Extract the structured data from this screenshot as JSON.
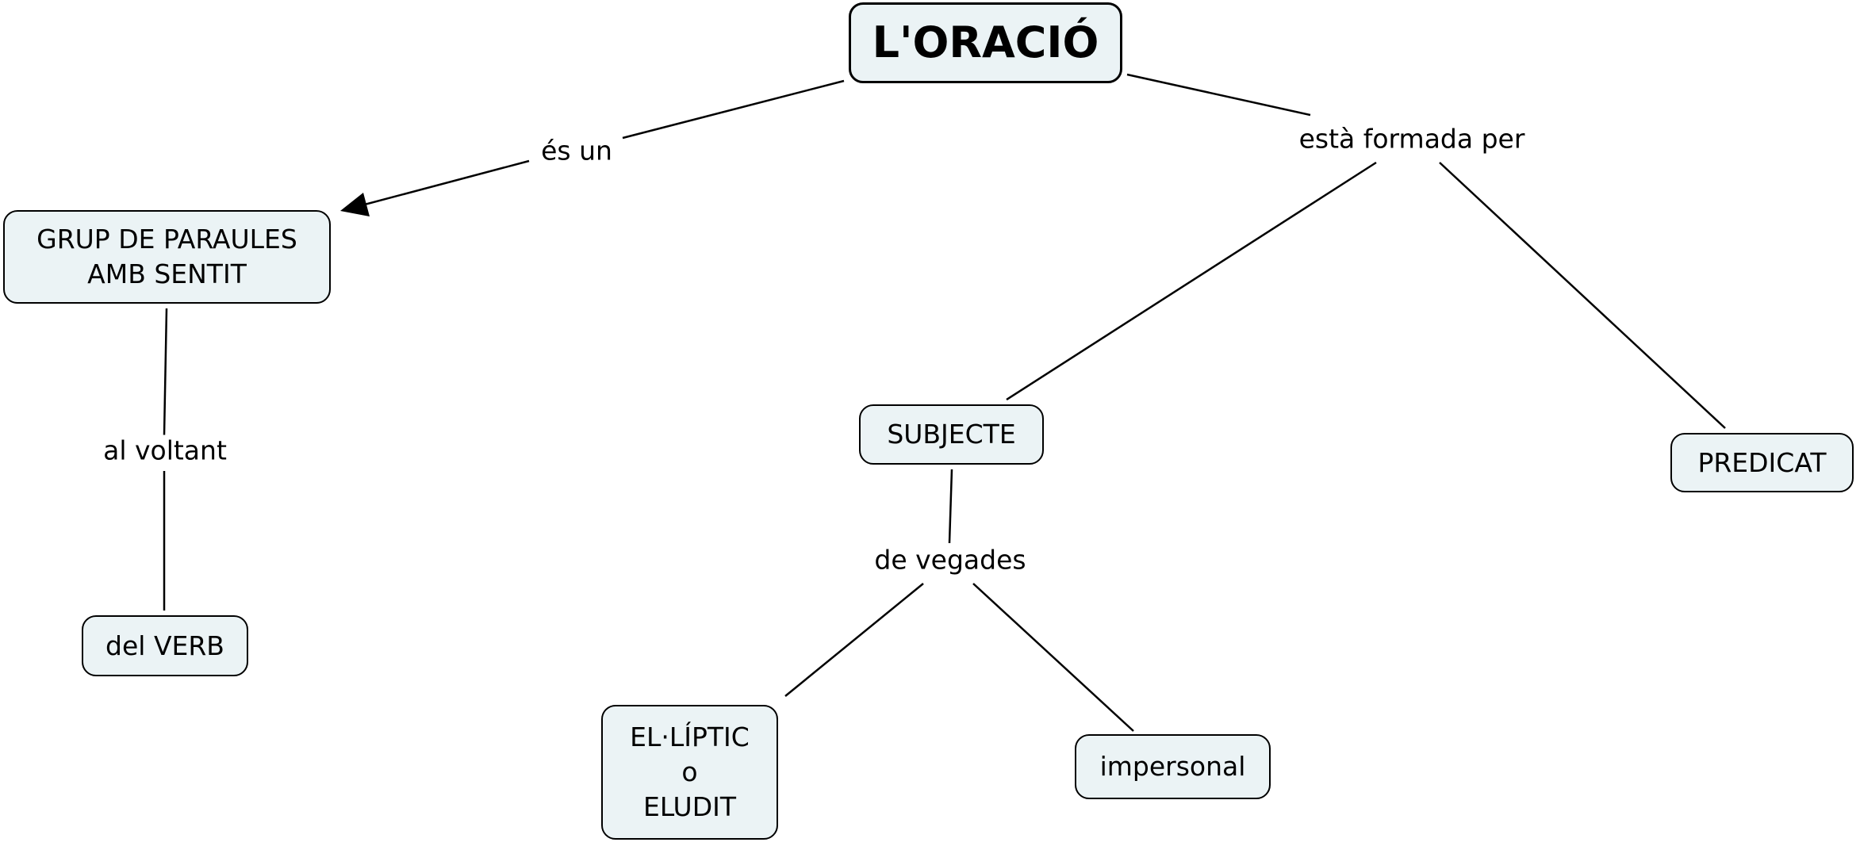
{
  "concepts": {
    "root": "L'ORACIÓ",
    "grup": [
      "GRUP DE PARAULES",
      "AMB SENTIT"
    ],
    "verb": "del VERB",
    "subjecte": "SUBJECTE",
    "predicat": "PREDICAT",
    "eliptic": [
      "EL·LÍPTIC",
      "o",
      "ELUDIT"
    ],
    "impersonal": "impersonal"
  },
  "links": {
    "es_un": "és un",
    "formada": "està formada per",
    "voltant": "al voltant",
    "vegades": "de vegades"
  },
  "colors": {
    "node_fill": "#ebf3f5",
    "stroke": "#000000"
  }
}
